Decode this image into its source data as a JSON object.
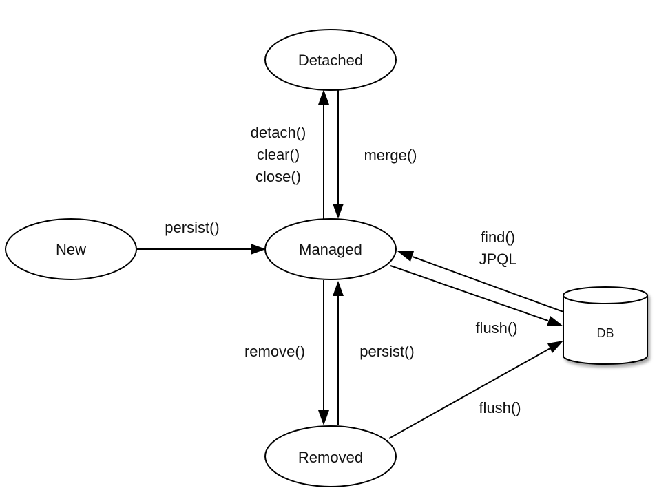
{
  "diagram": {
    "nodes": {
      "detached": "Detached",
      "new": "New",
      "managed": "Managed",
      "removed": "Removed",
      "db": "DB"
    },
    "edges": {
      "managed_to_detached": [
        "detach()",
        "clear()",
        "close()"
      ],
      "detached_to_managed": "merge()",
      "new_to_managed": "persist()",
      "db_to_managed": [
        "find()",
        "JPQL"
      ],
      "managed_to_db": "flush()",
      "managed_to_removed": "remove()",
      "removed_to_managed": "persist()",
      "removed_to_db": "flush()"
    }
  }
}
